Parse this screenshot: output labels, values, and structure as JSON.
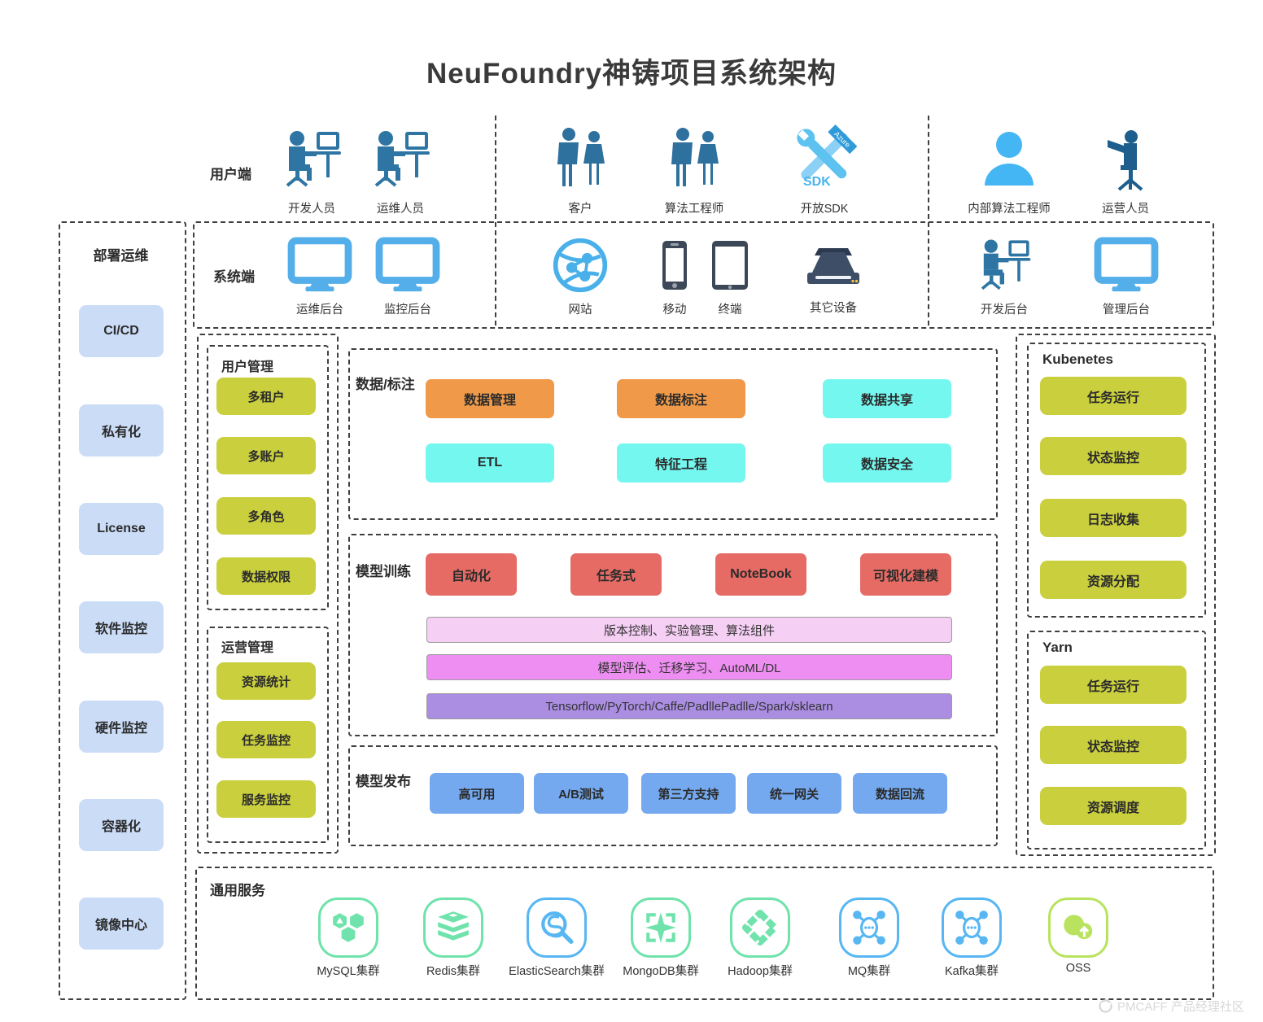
{
  "title": "NeuFoundry神铸项目系统架构",
  "user_row": {
    "label": "用户端",
    "items": [
      {
        "label": "开发人员",
        "icon": "developer-at-desk-icon"
      },
      {
        "label": "运维人员",
        "icon": "ops-at-desk-icon"
      },
      {
        "label": "客户",
        "icon": "customers-icon"
      },
      {
        "label": "算法工程师",
        "icon": "algorithm-engineers-icon"
      },
      {
        "label": "开放SDK",
        "icon": "open-sdk-icon"
      },
      {
        "label": "内部算法工程师",
        "icon": "internal-engineer-icon"
      },
      {
        "label": "运营人员",
        "icon": "operation-staff-icon"
      }
    ],
    "sdk_texts": {
      "sdk": "SDK",
      "azure": "Azure"
    }
  },
  "system_row": {
    "label": "系统端",
    "items": [
      {
        "label": "运维后台",
        "icon": "monitor-icon"
      },
      {
        "label": "监控后台",
        "icon": "monitor-icon"
      },
      {
        "label": "网站",
        "icon": "globe-icon"
      },
      {
        "label": "移动",
        "icon": "phone-icon"
      },
      {
        "label": "终端",
        "icon": "tablet-icon"
      },
      {
        "label": "其它设备",
        "icon": "scanner-icon"
      },
      {
        "label": "开发后台",
        "icon": "dev-at-desk-icon"
      },
      {
        "label": "管理后台",
        "icon": "monitor-icon"
      }
    ]
  },
  "deploy_ops": {
    "label": "部署运维",
    "items": [
      "CI/CD",
      "私有化",
      "License",
      "软件监控",
      "硬件监控",
      "容器化",
      "镜像中心"
    ]
  },
  "user_mgmt": {
    "label": "用户管理",
    "items": [
      "多租户",
      "多账户",
      "多角色",
      "数据权限"
    ]
  },
  "ops_mgmt": {
    "label": "运营管理",
    "items": [
      "资源统计",
      "任务监控",
      "服务监控"
    ]
  },
  "data_annotation": {
    "label": "数据/标注",
    "items": [
      "数据管理",
      "数据标注",
      "数据共享",
      "ETL",
      "特征工程",
      "数据安全"
    ]
  },
  "model_training": {
    "label": "模型训练",
    "items": [
      "自动化",
      "任务式",
      "NoteBook",
      "可视化建模"
    ],
    "bars": [
      "版本控制、实验管理、算法组件",
      "模型评估、迁移学习、AutoML/DL",
      "Tensorflow/PyTorch/Caffe/PadllePadlle/Spark/sklearn"
    ]
  },
  "model_publish": {
    "label": "模型发布",
    "items": [
      "高可用",
      "A/B测试",
      "第三方支持",
      "统一网关",
      "数据回流"
    ]
  },
  "kubernetes": {
    "label": "Kubenetes",
    "items": [
      "任务运行",
      "状态监控",
      "日志收集",
      "资源分配"
    ]
  },
  "yarn": {
    "label": "Yarn",
    "items": [
      "任务运行",
      "状态监控",
      "资源调度"
    ]
  },
  "common_services": {
    "label": "通用服务",
    "items": [
      {
        "label": "MySQL集群",
        "icon": "mysql-icon"
      },
      {
        "label": "Redis集群",
        "icon": "redis-icon"
      },
      {
        "label": "ElasticSearch集群",
        "icon": "elasticsearch-icon"
      },
      {
        "label": "MongoDB集群",
        "icon": "mongodb-icon"
      },
      {
        "label": "Hadoop集群",
        "icon": "hadoop-icon"
      },
      {
        "label": "MQ集群",
        "icon": "mq-icon"
      },
      {
        "label": "Kafka集群",
        "icon": "kafka-icon"
      },
      {
        "label": "OSS",
        "icon": "oss-icon"
      }
    ]
  },
  "watermark": {
    "text": "PMCAFF 产品经理社区"
  },
  "colors": {
    "orange": "#f09a49",
    "cyan": "#74f7ef",
    "red": "#e56b64",
    "bar_pink": "#f6cff5",
    "bar_magenta": "#ee8ef2",
    "bar_purple": "#ab8ee2",
    "publish_blue": "#74a9ef",
    "olive": "#c9cf3d",
    "light_blue": "#cbdcf7",
    "icon_light_blue": "#54aee9",
    "icon_steel_blue": "#2e75a4",
    "icon_dark": "#3c4757",
    "service_green": "#6fe3ab",
    "service_blue": "#58b7f3",
    "service_lime": "#b9e35f"
  }
}
